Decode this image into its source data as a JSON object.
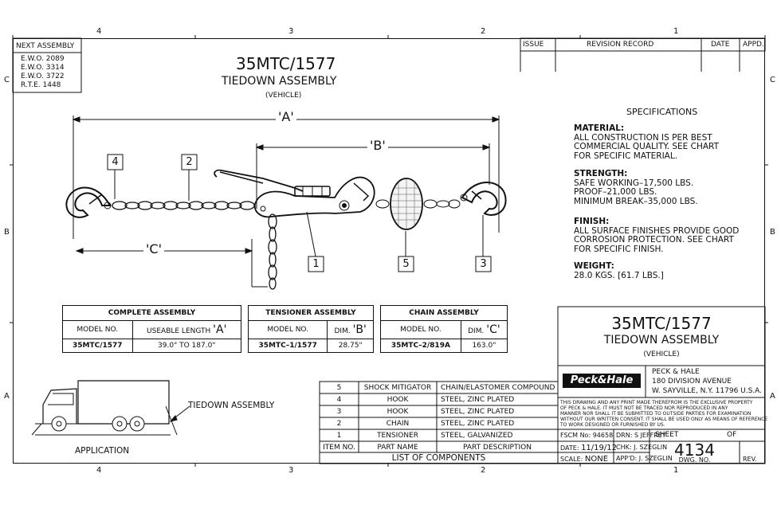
{
  "zones": {
    "top": [
      "4",
      "3",
      "2",
      "1"
    ],
    "bottom": [
      "4",
      "3",
      "2",
      "1"
    ],
    "left": [
      "C",
      "B",
      "A"
    ],
    "right": [
      "C",
      "B",
      "A"
    ]
  },
  "next_assembly": {
    "title": "NEXT ASSEMBLY",
    "lines": [
      "E.W.O. 2089",
      "E.W.O. 3314",
      "E.W.O. 3722",
      "R.T.E. 1448"
    ]
  },
  "revision": {
    "issue": "ISSUE",
    "record": "REVISION RECORD",
    "date": "DATE",
    "appd": "APPD."
  },
  "drawing": {
    "model": "35MTC/1577",
    "title": "TIEDOWN ASSEMBLY",
    "subtitle": "(VEHICLE)"
  },
  "dimensions": {
    "a": "'A'",
    "b": "'B'",
    "c": "'C'"
  },
  "balloons": [
    "4",
    "2",
    "1",
    "5",
    "3"
  ],
  "specs": {
    "heading": "SPECIFICATIONS",
    "material_label": "MATERIAL:",
    "material_lines": [
      "ALL CONSTRUCTION IS PER BEST",
      "COMMERCIAL QUALITY. SEE CHART",
      "FOR SPECIFIC MATERIAL."
    ],
    "strength_label": "STRENGTH:",
    "strength_lines": [
      "SAFE WORKING–17,500 LBS.",
      "PROOF–21,000 LBS.",
      "MINIMUM BREAK–35,000 LBS."
    ],
    "finish_label": "FINISH:",
    "finish_lines": [
      "ALL SURFACE FINISHES PROVIDE GOOD",
      "CORROSION PROTECTION. SEE CHART",
      "FOR SPECIFIC FINISH."
    ],
    "weight_label": "WEIGHT:",
    "weight_lines": [
      "28.0 KGS. [61.7 LBS.]"
    ]
  },
  "complete_assembly": {
    "title": "COMPLETE ASSEMBLY",
    "col1": "MODEL NO.",
    "col2": "USEABLE LENGTH",
    "col2_dim": "'A'",
    "row": [
      "35MTC/1577",
      "39.0\" TO 187.0\""
    ]
  },
  "tensioner_assembly": {
    "title": "TENSIONER ASSEMBLY",
    "col1": "MODEL NO.",
    "col2": "DIM.",
    "col2_dim": "'B'",
    "row": [
      "35MTC–1/1577",
      "28.75\""
    ]
  },
  "chain_assembly": {
    "title": "CHAIN ASSEMBLY",
    "col1": "MODEL NO.",
    "col2": "DIM.",
    "col2_dim": "'C'",
    "row": [
      "35MTC–2/819A",
      "163.0\""
    ]
  },
  "application": {
    "label": "APPLICATION",
    "callout": "TIEDOWN ASSEMBLY"
  },
  "components": {
    "rows": [
      {
        "item": "5",
        "name": "SHOCK MITIGATOR",
        "desc": "CHAIN/ELASTOMER COMPOUND"
      },
      {
        "item": "4",
        "name": "HOOK",
        "desc": "STEEL, ZINC PLATED"
      },
      {
        "item": "3",
        "name": "HOOK",
        "desc": "STEEL, ZINC PLATED"
      },
      {
        "item": "2",
        "name": "CHAIN",
        "desc": "STEEL, ZINC PLATED"
      },
      {
        "item": "1",
        "name": "TENSIONER",
        "desc": "STEEL, GALVANIZED"
      }
    ],
    "header": {
      "item": "ITEM NO.",
      "name": "PART NAME",
      "desc": "PART DESCRIPTION"
    },
    "title": "LIST OF COMPONENTS"
  },
  "title_block": {
    "model": "35MTC/1577",
    "title": "TIEDOWN ASSEMBLY",
    "subtitle": "(VEHICLE)",
    "logo": "Peck&Hale",
    "company_lines": [
      "PECK & HALE",
      "180 DIVISION AVENUE",
      "W. SAYVILLE, N.Y. 11796 U.S.A."
    ],
    "notice_lines": [
      "THIS DRAWING AND ANY PRINT MADE THEREFROM IS THE EXCLUSIVE PROPERTY",
      "OF PECK & HALE. IT MUST NOT BE TRACED NOR REPRODUCED IN ANY",
      "MANNER NOR SHALL IT BE SUBMITTED TO OUTSIDE PARTIES FOR EXAMINATION",
      "WITHOUT OUR WRITTEN CONSENT. IT SHALL BE USED ONLY AS MEANS OF REFERENCE",
      "TO WORK DESIGNED OR FURNISHED BY US."
    ],
    "fscm_label": "FSCM No:",
    "fscm": "94658",
    "drn_label": "DRN:",
    "drn": "S JEFFREY",
    "sheet_label": "SHEET",
    "of_label": "OF",
    "date_label": "DATE:",
    "date": "11/19/12",
    "chk_label": "CHK:",
    "chk": "J. SZEGLIN",
    "dwg_no": "4134",
    "dwg_label": "DWG. NO.",
    "scale_label": "SCALE:",
    "scale": "NONE",
    "appd_label": "APP'D:",
    "appd": "J. SZEGLIN",
    "rev_label": "REV."
  }
}
